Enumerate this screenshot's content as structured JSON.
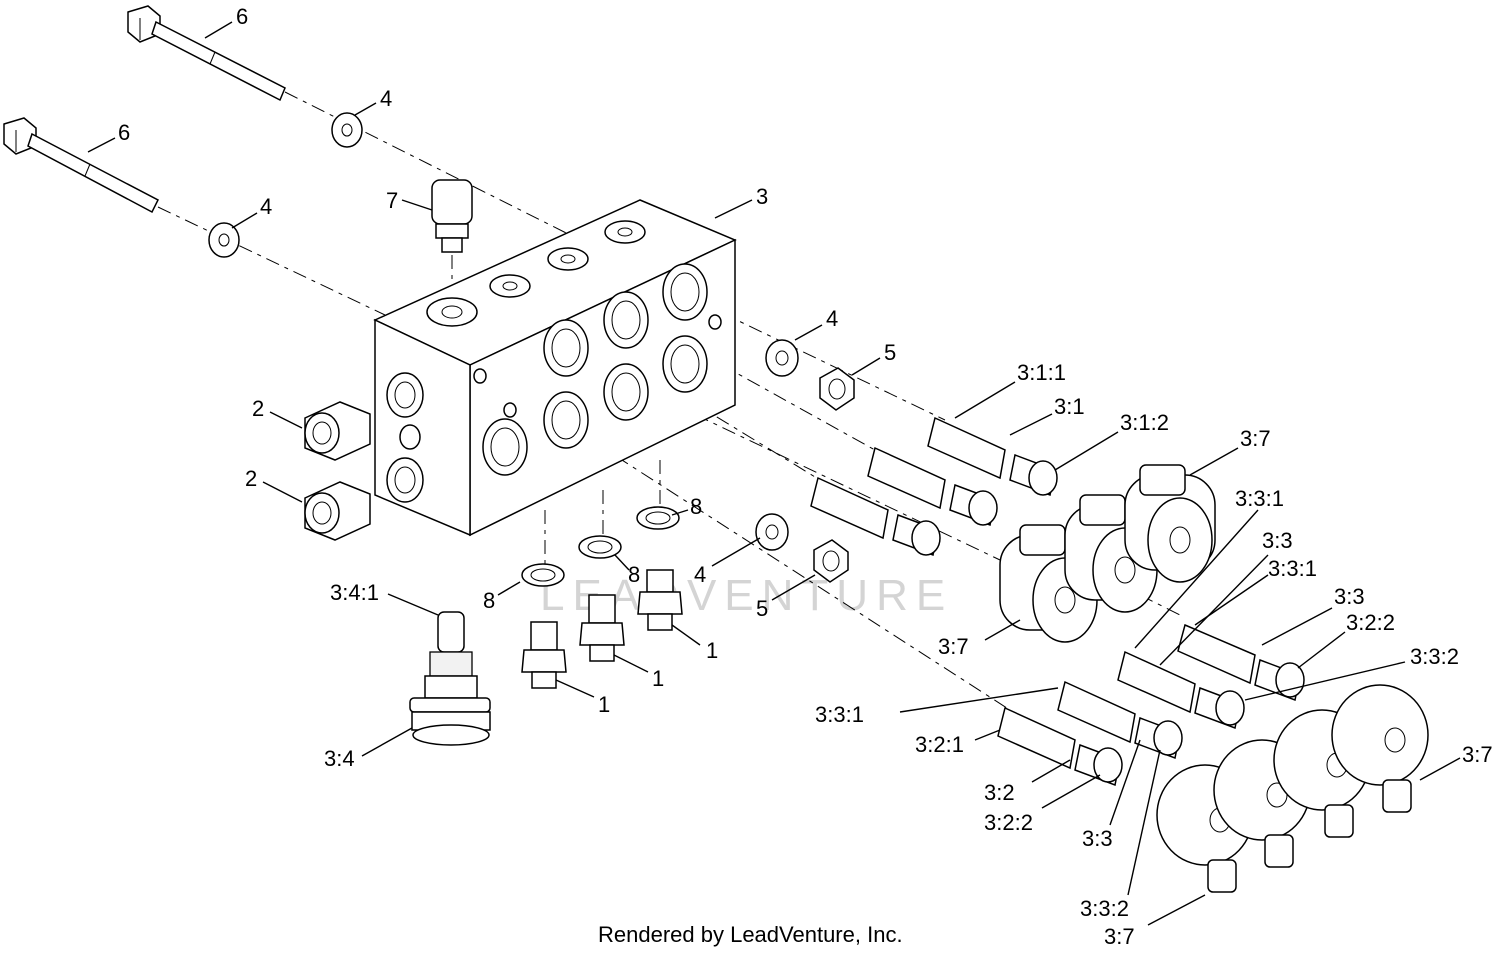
{
  "diagram": {
    "footer": "Rendered by LeadVenture, Inc.",
    "watermark": "LEADVENTURE",
    "callouts": [
      {
        "id": "c6a",
        "text": "6"
      },
      {
        "id": "c4a",
        "text": "4"
      },
      {
        "id": "c6b",
        "text": "6"
      },
      {
        "id": "c4b",
        "text": "4"
      },
      {
        "id": "c7",
        "text": "7"
      },
      {
        "id": "c3",
        "text": "3"
      },
      {
        "id": "c4c",
        "text": "4"
      },
      {
        "id": "c5a",
        "text": "5"
      },
      {
        "id": "c311",
        "text": "3:1:1"
      },
      {
        "id": "c31",
        "text": "3:1"
      },
      {
        "id": "c312",
        "text": "3:1:2"
      },
      {
        "id": "c37a",
        "text": "3:7"
      },
      {
        "id": "c2a",
        "text": "2"
      },
      {
        "id": "c2b",
        "text": "2"
      },
      {
        "id": "c8a",
        "text": "8"
      },
      {
        "id": "c8b",
        "text": "8"
      },
      {
        "id": "c8c",
        "text": "8"
      },
      {
        "id": "c4d",
        "text": "4"
      },
      {
        "id": "c5b",
        "text": "5"
      },
      {
        "id": "c1a",
        "text": "1"
      },
      {
        "id": "c1b",
        "text": "1"
      },
      {
        "id": "c1c",
        "text": "1"
      },
      {
        "id": "c341",
        "text": "3:4:1"
      },
      {
        "id": "c34",
        "text": "3:4"
      },
      {
        "id": "c37b",
        "text": "3:7"
      },
      {
        "id": "c331a",
        "text": "3:3:1"
      },
      {
        "id": "c33a",
        "text": "3:3"
      },
      {
        "id": "c331b",
        "text": "3:3:1"
      },
      {
        "id": "c33b",
        "text": "3:3"
      },
      {
        "id": "c322a",
        "text": "3:2:2"
      },
      {
        "id": "c332a",
        "text": "3:3:2"
      },
      {
        "id": "c331c",
        "text": "3:3:1"
      },
      {
        "id": "c321",
        "text": "3:2:1"
      },
      {
        "id": "c32",
        "text": "3:2"
      },
      {
        "id": "c322b",
        "text": "3:2:2"
      },
      {
        "id": "c33c",
        "text": "3:3"
      },
      {
        "id": "c37c",
        "text": "3:7"
      },
      {
        "id": "c332b",
        "text": "3:3:2"
      },
      {
        "id": "c37d",
        "text": "3:7"
      }
    ]
  }
}
